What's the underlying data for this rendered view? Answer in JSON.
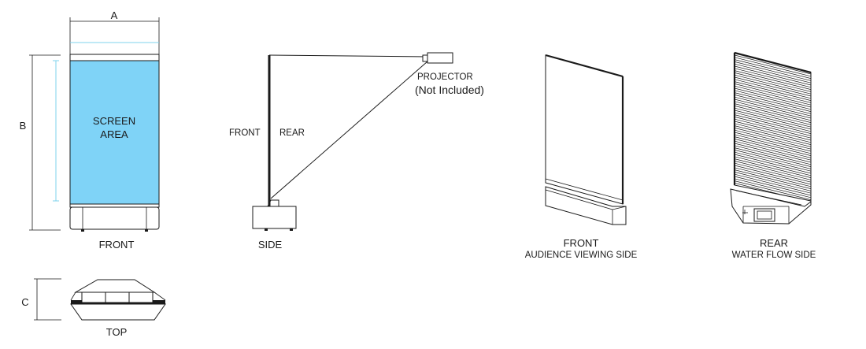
{
  "dimensions": {
    "width_label": "A",
    "height_label": "B",
    "depth_label": "C"
  },
  "front_view": {
    "screen_line1": "SCREEN",
    "screen_line2": "AREA",
    "caption": "FRONT"
  },
  "top_view": {
    "caption": "TOP"
  },
  "side_view": {
    "front_label": "FRONT",
    "rear_label": "REAR",
    "projector_label": "PROJECTOR",
    "projector_note": "(Not Included)",
    "caption": "SIDE"
  },
  "iso_front": {
    "caption": "FRONT",
    "subcaption": "AUDIENCE VIEWING SIDE"
  },
  "iso_rear": {
    "caption": "REAR",
    "subcaption": "WATER FLOW SIDE"
  },
  "colors": {
    "screen_fill": "#7fd3f7",
    "line": "#1a1a1a",
    "dimension_blue": "#7fd3ee"
  }
}
